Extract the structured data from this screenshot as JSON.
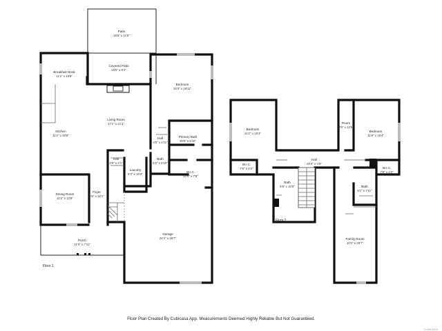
{
  "floors": [
    {
      "label": "Floor 1",
      "rooms": [
        {
          "name": "Patio",
          "dim": "16'5\" x 11'8\""
        },
        {
          "name": "Covered Patio",
          "dim": "16'5\" x 8'4\""
        },
        {
          "name": "Breakfast Nook",
          "dim": "11'2\" x 10'9\""
        },
        {
          "name": "Kitchen",
          "dim": "11'2\" x 20'8\""
        },
        {
          "name": "Living Room",
          "dim": "17'1\" x 21'1\""
        },
        {
          "name": "Bedroom",
          "dim": "15'3\" x 19'11\""
        },
        {
          "name": "Hall",
          "dim": "4'5\" x 4'11\""
        },
        {
          "name": "Primary Bath",
          "dim": "10'6\" x 9'10\""
        },
        {
          "name": "Bath",
          "dim": "5'2\" x 5'10\""
        },
        {
          "name": "Hall",
          "dim": "3'9\" x 4'1\""
        },
        {
          "name": "Laundry",
          "dim": "6'2\" x 10'4\""
        },
        {
          "name": "W.I.C.",
          "dim": "10'6\" x 7'8\""
        },
        {
          "name": "Dining Room",
          "dim": "11'2\" x 12'9\""
        },
        {
          "name": "Foyer",
          "dim": "5'5\" x 15'1\""
        },
        {
          "name": "Garage",
          "dim": "22'4\" x 29'7\""
        },
        {
          "name": "Porch",
          "dim": "21'6\" x 7'11\""
        }
      ]
    },
    {
      "label": "Floor 2",
      "rooms": [
        {
          "name": "Bedroom",
          "dim": "11'2\" x 19'4\""
        },
        {
          "name": "W.I.C.",
          "dim": "7'6\" x 4'2\""
        },
        {
          "name": "Room",
          "dim": "3'5\" x 12'5\""
        },
        {
          "name": "Bedroom",
          "dim": "11'9\" x 19'4\""
        },
        {
          "name": "Hall",
          "dim": "20'4\" x 4'6\""
        },
        {
          "name": "W.I.C.",
          "dim": "7'8\" x 4'2\""
        },
        {
          "name": "Bath",
          "dim": "5'6\" x 10'0\""
        },
        {
          "name": "Bath",
          "dim": "5'1\" x 7'11\""
        },
        {
          "name": "Family Room",
          "dim": "10'2\" x 29'7\""
        }
      ]
    }
  ],
  "footer": "Floor Plan Created By Cubicasa App. Measurements Deemed Highly Reliable But Not Guaranteed.",
  "watermark": "CUBICASA",
  "colors": {
    "wall": "#111111",
    "window": "#bbbbbb",
    "background": "#ffffff"
  }
}
